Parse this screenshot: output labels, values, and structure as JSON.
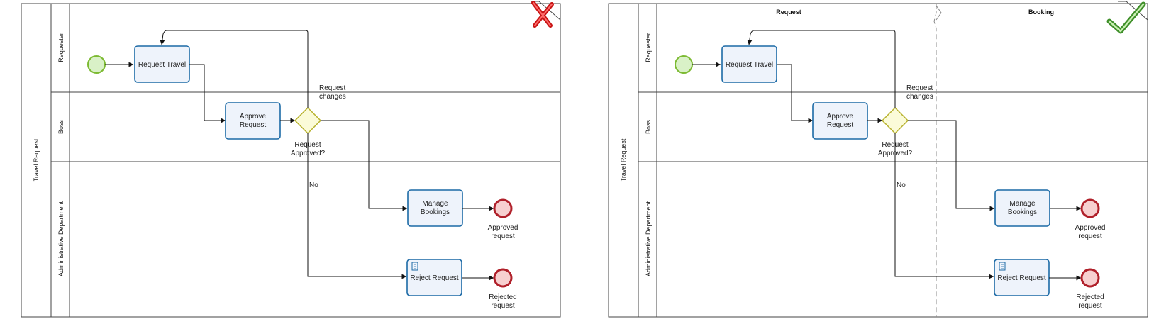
{
  "diagrams": [
    {
      "verdict": "wrong",
      "pool": {
        "title": "Travel Request"
      },
      "lanes": [
        "Requester",
        "Boss",
        "Administrative Department"
      ],
      "phases": []
    },
    {
      "verdict": "correct",
      "pool": {
        "title": "Travel Request"
      },
      "lanes": [
        "Requester",
        "Boss",
        "Administrative Department"
      ],
      "phases": [
        "Request",
        "Booking"
      ]
    }
  ],
  "tasks": {
    "request_travel": "Request Travel",
    "approve_request": [
      "Approve",
      "Request"
    ],
    "manage_bookings": [
      "Manage",
      "Bookings"
    ],
    "reject_request": "Reject Request"
  },
  "gateway": {
    "label": [
      "Request",
      "Approved?"
    ]
  },
  "flow_labels": {
    "request_changes": [
      "Request",
      "changes"
    ],
    "no": "No"
  },
  "end_events": {
    "approved": [
      "Approved",
      "request"
    ],
    "rejected": [
      "Rejected",
      "request"
    ]
  },
  "icons": {
    "wrong": "red-cross-icon",
    "correct": "green-checkmark-icon",
    "script_task": "script-icon"
  },
  "colors": {
    "task_border": "#1c6aa6",
    "task_fill": "#eef3fb",
    "start_event": "#7cba32",
    "end_event": "#b0202a",
    "gateway": "#b7b12c",
    "wrong_mark": "#e02020",
    "correct_mark": "#6dbb45"
  }
}
